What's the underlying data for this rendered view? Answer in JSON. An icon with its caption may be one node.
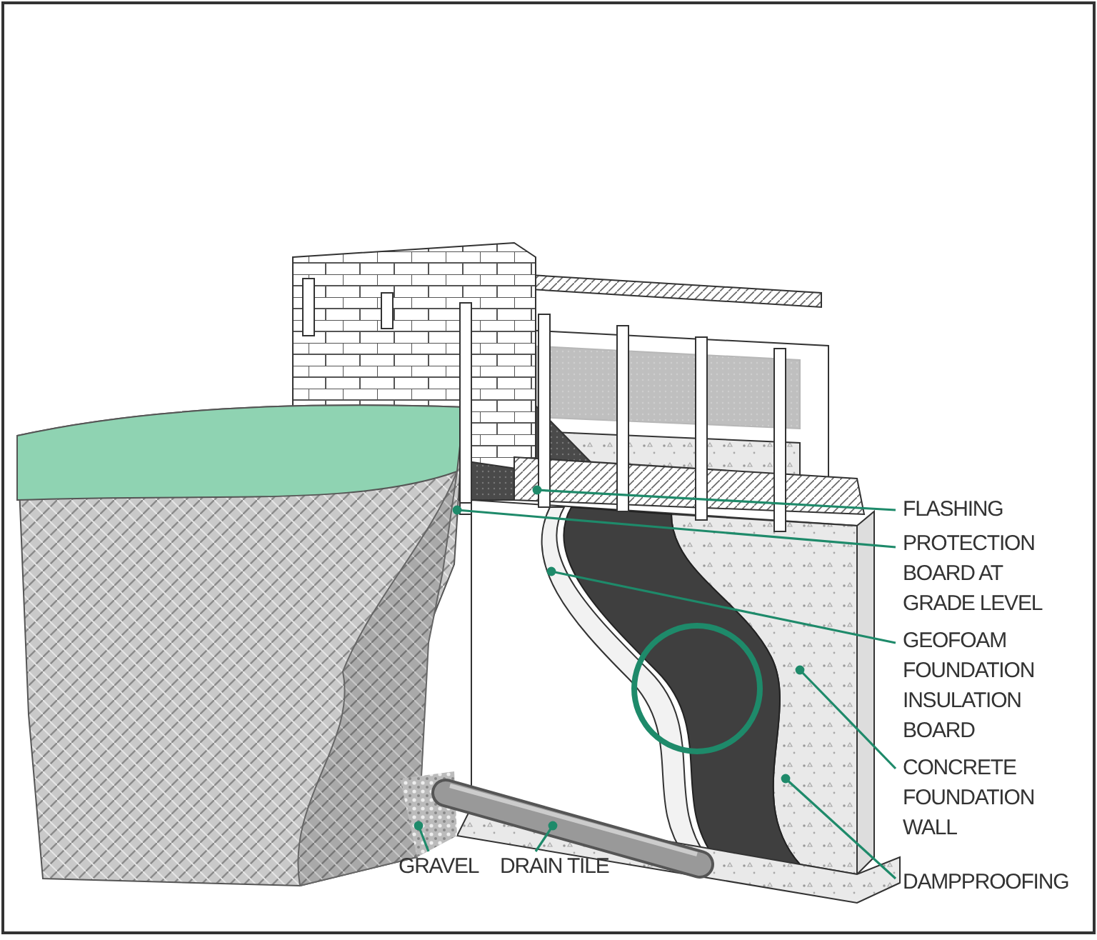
{
  "diagram": {
    "nodes": [
      {
        "text": [
          "FLASHING"
        ]
      },
      {
        "text": [
          "PROTECTION BOARD AT GRADE LEVEL"
        ]
      },
      {
        "text": [
          "GEOFOAM FOUNDATION INSULATION BOARD"
        ]
      },
      {
        "text": [
          "CONCRETE FOUNDATION WALL"
        ]
      },
      {
        "text": [
          "DAMPPROOFING"
        ]
      },
      {
        "text": [
          "GRAVEL"
        ]
      },
      {
        "text": [
          "DRAIN TILE"
        ]
      }
    ],
    "edges": [
      {
        "from": 0,
        "to": null,
        "arrow": "other"
      },
      {
        "from": 1,
        "to": null,
        "arrow": "other"
      },
      {
        "from": 2,
        "to": null,
        "arrow": "other"
      },
      {
        "from": 3,
        "to": null,
        "arrow": "other"
      },
      {
        "from": 4,
        "to": null,
        "arrow": "other"
      },
      {
        "from": 5,
        "to": null,
        "arrow": "other"
      },
      {
        "from": 6,
        "to": null,
        "arrow": "other"
      }
    ]
  }
}
